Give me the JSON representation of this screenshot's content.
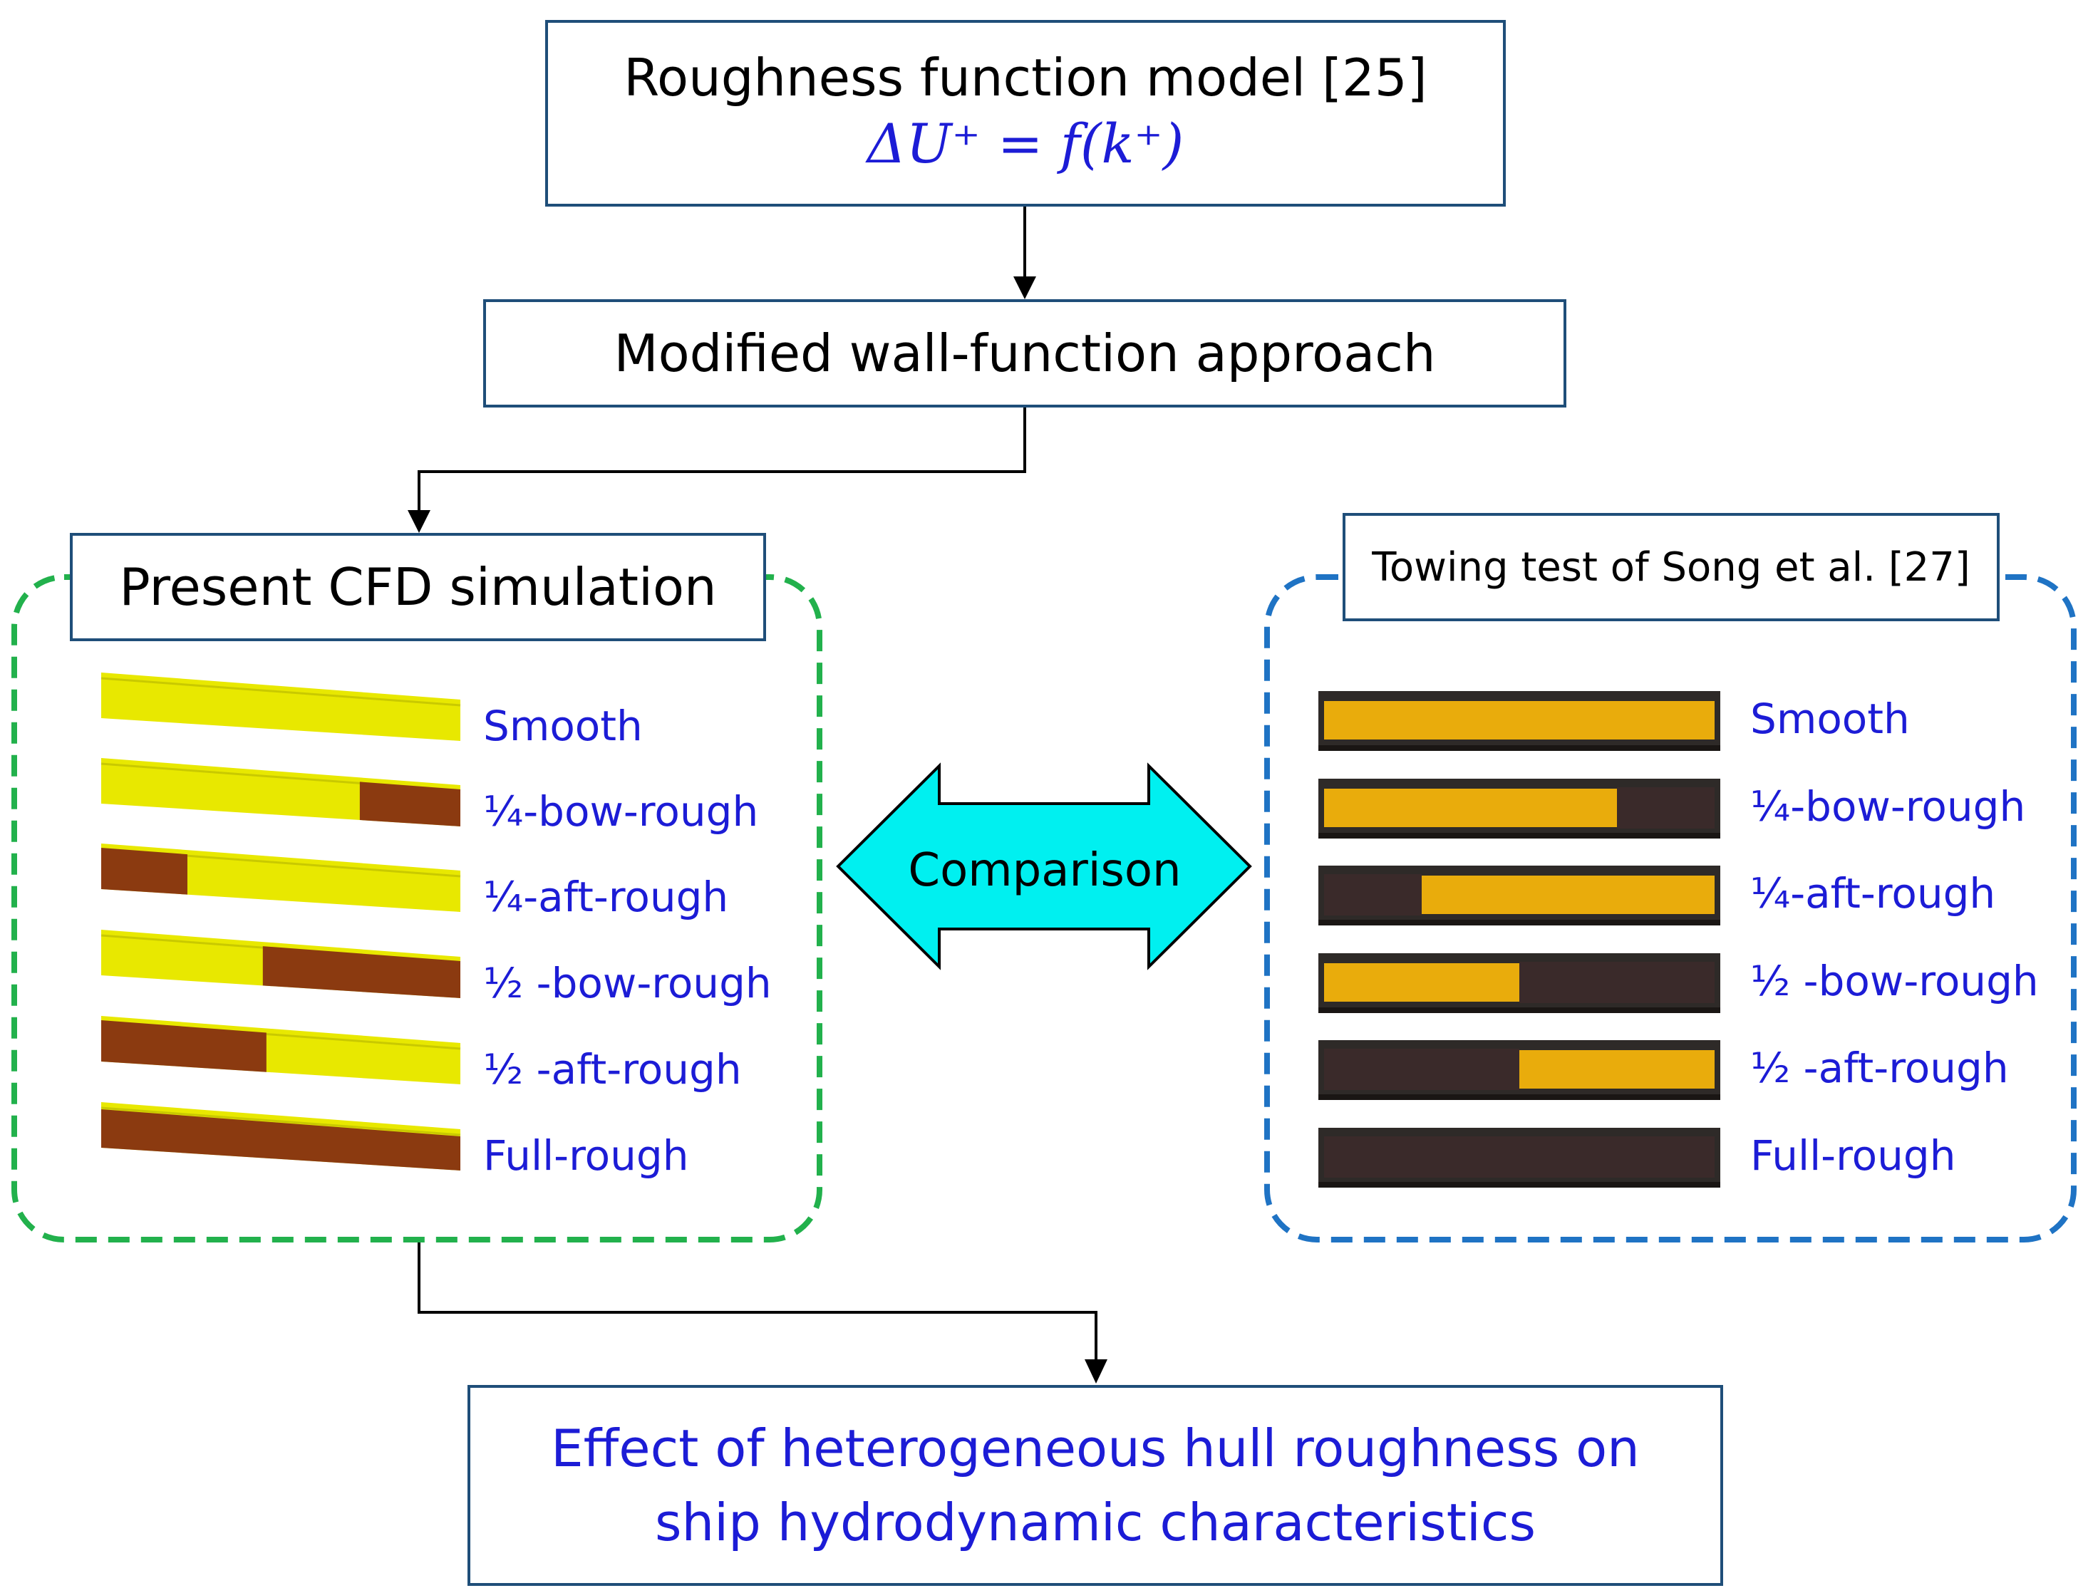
{
  "colors": {
    "box_border": "#1f4e79",
    "blue_text": "#1c1cd6",
    "cfd_dash": "#22b14c",
    "towing_dash": "#1f73c4",
    "arrow_fill": "#00f0f0",
    "hull_smooth": "#e8e800",
    "hull_rough": "#8b3a10",
    "photo_smooth": "#e9ac0c",
    "photo_rough": "#3a2a2a"
  },
  "top_box": {
    "title": "Roughness function model [25]",
    "formula": "ΔU⁺ = f(k⁺)"
  },
  "middle_box": {
    "title": "Modified wall-function approach"
  },
  "cfd_panel": {
    "title": "Present CFD simulation",
    "cases": [
      "Smooth",
      "¼-bow-rough",
      "¼-aft-rough",
      "½ -bow-rough",
      "½ -aft-rough",
      "Full-rough"
    ]
  },
  "towing_panel": {
    "title": "Towing test of Song et al. [27]",
    "cases": [
      "Smooth",
      "¼-bow-rough",
      "¼-aft-rough",
      "½ -bow-rough",
      "½ -aft-rough",
      "Full-rough"
    ]
  },
  "comparison": {
    "label": "Comparison"
  },
  "bottom_box": {
    "line1": "Effect of heterogeneous hull roughness on",
    "line2": "ship hydrodynamic characteristics"
  }
}
